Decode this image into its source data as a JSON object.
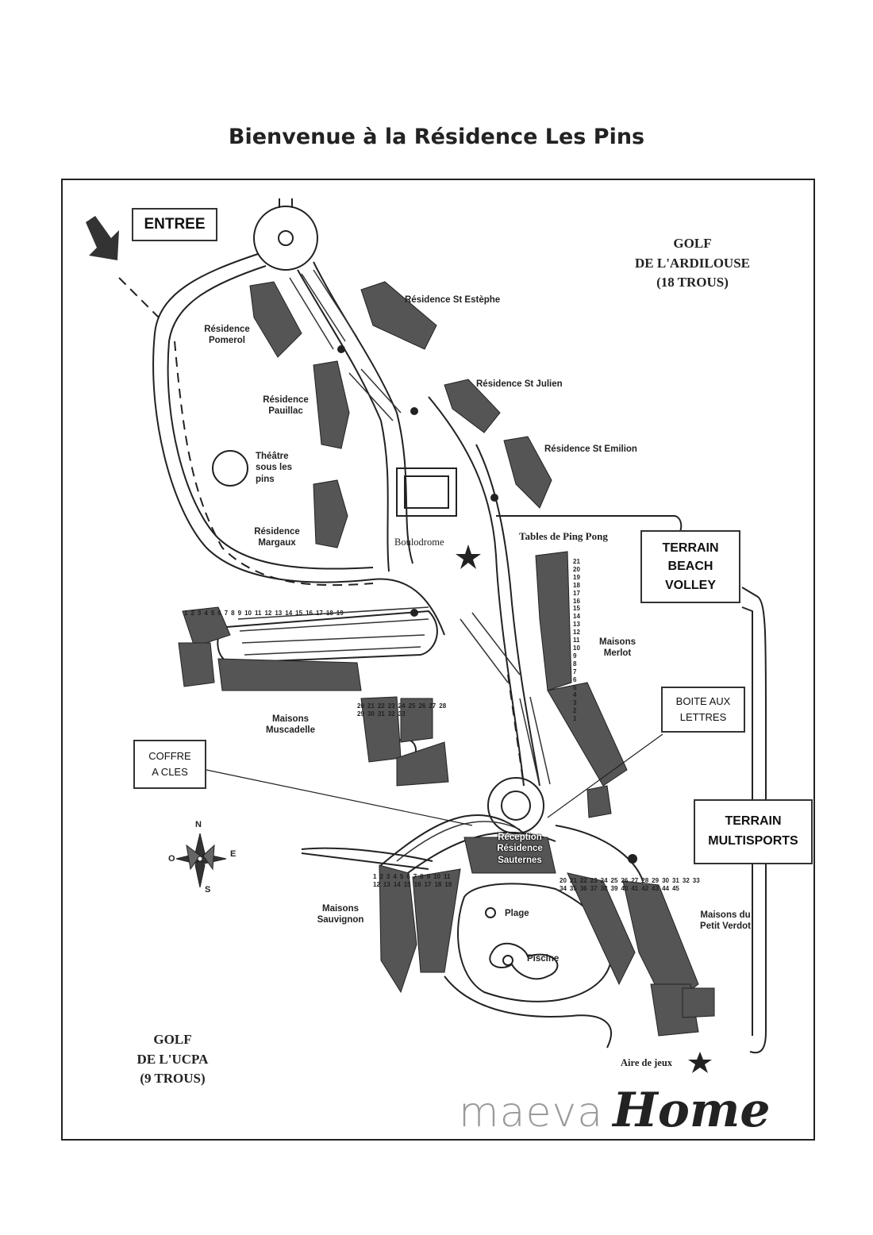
{
  "title": "Bienvenue à la Résidence Les Pins",
  "boxes": {
    "entree": "ENTREE",
    "beach_volley": [
      "TERRAIN",
      "BEACH",
      "VOLLEY"
    ],
    "boite_lettres": [
      "BOITE AUX",
      "LETTRES"
    ],
    "coffre": [
      "COFFRE",
      "A CLES"
    ],
    "multisports": [
      "TERRAIN",
      "MULTISPORTS"
    ]
  },
  "golf_ardilouse": [
    "GOLF",
    "DE L'ARDILOUSE",
    "(18 TROUS)"
  ],
  "golf_ucpa": [
    "GOLF",
    "DE L'UCPA",
    "(9 TROUS)"
  ],
  "residences": {
    "st_estephe": "Résidence St Estèphe",
    "pomerol": [
      "Résidence",
      "Pomerol"
    ],
    "st_julien": "Résidence St Julien",
    "pauillac": [
      "Résidence",
      "Pauillac"
    ],
    "st_emilion": "Résidence St Emilion",
    "theatre": [
      "Théâtre",
      "sous les",
      "pins"
    ],
    "margaux": [
      "Résidence",
      "Margaux"
    ],
    "merlot": [
      "Maisons",
      "Merlot"
    ],
    "muscadelle": [
      "Maisons",
      "Muscadelle"
    ],
    "sauvignon": [
      "Maisons",
      "Sauvignon"
    ],
    "petit_verdot": [
      "Maisons du",
      "Petit Verdot"
    ],
    "reception": [
      "Réception",
      "Résidence",
      "Sauternes"
    ]
  },
  "places": {
    "boulodrome": "Boulodrome",
    "ping_pong": "Tables de Ping Pong",
    "plage": "Plage",
    "piscine": "Piscine",
    "aire_jeux": "Aire de jeux"
  },
  "compass": {
    "n": "N",
    "s": "S",
    "e": "E",
    "o": "O"
  },
  "unit_numbers": {
    "merlot": [
      "21",
      "20",
      "19",
      "18",
      "17",
      "16",
      "15",
      "14",
      "13",
      "12",
      "11",
      "10",
      "9",
      "8",
      "7",
      "6",
      "5",
      "4",
      "3",
      "2",
      "1"
    ],
    "muscadelle_left": [
      "1",
      "2",
      "3",
      "4",
      "5",
      "6",
      "7",
      "8",
      "9",
      "10",
      "11",
      "12",
      "13",
      "14",
      "15",
      "16",
      "17",
      "18",
      "19"
    ],
    "muscadelle_right": [
      "20",
      "21",
      "22",
      "23",
      "24",
      "25",
      "26",
      "27",
      "28",
      "29",
      "30",
      "31",
      "32",
      "33"
    ],
    "sauvignon": [
      "1",
      "2",
      "3",
      "4",
      "5",
      "6",
      "7",
      "8",
      "9",
      "10",
      "11",
      "12",
      "13",
      "14",
      "15",
      "16",
      "17",
      "18",
      "19"
    ],
    "petit_verdot": [
      "20",
      "21",
      "22",
      "23",
      "24",
      "25",
      "26",
      "27",
      "28",
      "29",
      "30",
      "31",
      "32",
      "33",
      "34",
      "35",
      "36",
      "37",
      "38",
      "39",
      "40",
      "41",
      "42",
      "43",
      "44",
      "45"
    ]
  },
  "brand": {
    "part1": "maeva",
    "part2": "Home"
  }
}
